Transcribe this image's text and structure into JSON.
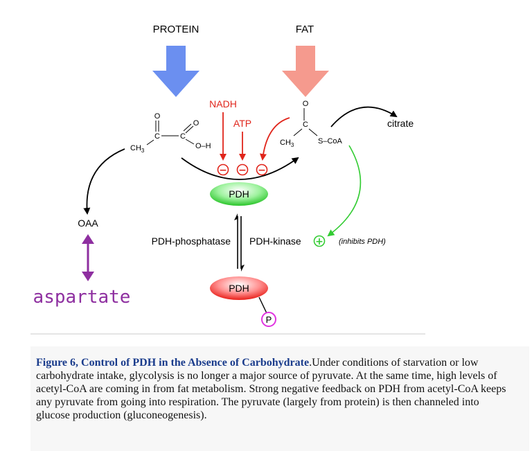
{
  "figure": {
    "protein_label": "PROTEIN",
    "fat_label": "FAT",
    "nadh_label": "NADH",
    "atp_label": "ATP",
    "citrate_label": "citrate",
    "oaa_label": "OAA",
    "aspartate_label": "aspartate",
    "pdh_active_label": "PDH",
    "pdh_inactive_label": "PDH",
    "phosphatase_label": "PDH-phosphatase",
    "kinase_label": "PDH-kinase",
    "inhibits_label": "(inhibits PDH)",
    "phosphate_label": "P",
    "minus_symbol": "−",
    "plus_symbol": "+",
    "pyruvate": {
      "o1": "O",
      "o2": "O",
      "c1": "C",
      "c2": "C",
      "ch3": "CH",
      "ch3_sub": "3",
      "oh": "O–H"
    },
    "acetyl_coa": {
      "o": "O",
      "c": "C",
      "ch3": "CH",
      "ch3_sub": "3",
      "scoa": "S–CoA"
    },
    "colors": {
      "protein_arrow": "#6b8ff0",
      "fat_arrow": "#f59a8e",
      "inhibitor": "#e0251b",
      "activator": "#33cc33",
      "aspartate": "#8e2fa0",
      "caption_title": "#1a3c8c"
    }
  },
  "caption": {
    "title": "Figure 6, Control of PDH in the Absence of Carbohydrate",
    "body": ".Under conditions of starvation or low carbohydrate intake, glycolysis is no longer a major source of pyruvate. At the same time, high levels of acetyl-CoA are coming in from fat metabolism. Strong negative feedback on PDH from acetyl-CoA keeps any pyruvate from going into respiration. The pyruvate (largely from protein) is then channeled into glucose production (gluconeogenesis)."
  }
}
